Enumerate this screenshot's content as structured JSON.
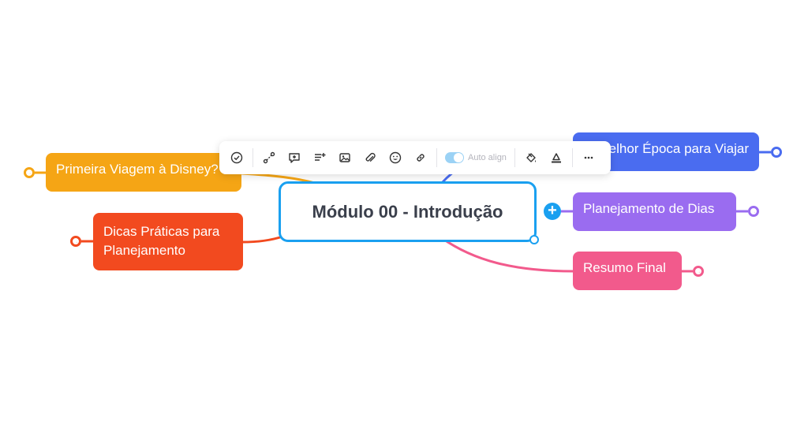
{
  "mindmap": {
    "root": {
      "label": "Módulo 00 - Introdução",
      "border_color": "#1aa0f0"
    },
    "nodes": [
      {
        "label": "Primeira Viagem à Disney?",
        "color": "#f5a515"
      },
      {
        "label_line1": "Dicas Práticas para",
        "label_line2": "Planejamento",
        "color": "#f24a1f"
      },
      {
        "label": "Melhor Época para Viajar",
        "color": "#4a6cf0"
      },
      {
        "label": "Planejamento de Dias",
        "color": "#9a6cf0"
      },
      {
        "label": "Resumo Final",
        "color": "#f25a8c"
      }
    ],
    "add_button": "+"
  },
  "toolbar": {
    "items": [
      {
        "icon": "check-circle-icon"
      },
      {
        "icon": "connector-icon"
      },
      {
        "icon": "comment-add-icon"
      },
      {
        "icon": "note-add-icon"
      },
      {
        "icon": "image-icon"
      },
      {
        "icon": "attachment-icon"
      },
      {
        "icon": "emoji-icon"
      },
      {
        "icon": "link-icon"
      },
      {
        "icon": "fill-icon"
      },
      {
        "icon": "text-color-icon"
      },
      {
        "icon": "more-icon"
      }
    ],
    "auto_align_label": "Auto align",
    "auto_align_on": true
  }
}
